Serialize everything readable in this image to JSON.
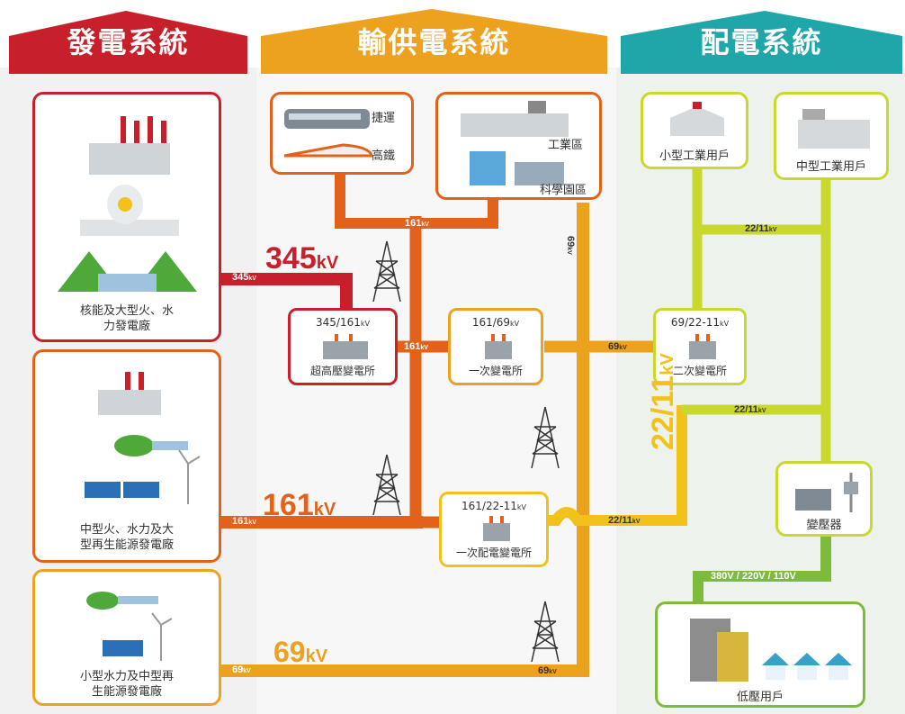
{
  "headers": {
    "generation": "發電系統",
    "transmission": "輸供電系統",
    "distribution": "配電系統"
  },
  "colors": {
    "red": "#c8202a",
    "orange_dark": "#e3621b",
    "orange": "#eda21f",
    "yellow": "#f2c21a",
    "lime": "#c9d82c",
    "green": "#7dbb3d",
    "teal": "#1fa6a8"
  },
  "generation": {
    "box1": "核能及大型火、水力發電廠",
    "box1_line1": "核能及大型火、水",
    "box1_line2": "力發電廠",
    "box2_line1": "中型火、水力及大",
    "box2_line2": "型再生能源發電廠",
    "box3_line1": "小型水力及中型再",
    "box3_line2": "生能源發電廠"
  },
  "transmission": {
    "mrt": "捷運",
    "hsr": "高鐵",
    "industrial": "工業區",
    "science_park": "科學園區",
    "ultra_sub_rating": "345/161",
    "ultra_sub": "超高壓變電所",
    "primary_sub_rating": "161/69",
    "primary_sub": "一次變電所",
    "primary_dist_rating": "161/22-11",
    "primary_dist": "一次配電變電所",
    "kv_unit": "kV"
  },
  "distribution": {
    "small_industrial": "小型工業用戶",
    "medium_industrial": "中型工業用戶",
    "secondary_sub_rating": "69/22-11",
    "secondary_sub": "二次變電所",
    "transformer": "變壓器",
    "low_voltage": "低壓用戶",
    "low_voltage_rating": "380V / 220V / 110V"
  },
  "voltages": {
    "v345_big": "345",
    "v161_big": "161",
    "v69_big": "69",
    "kv_big": "kV",
    "v345_small": "345",
    "v161_small": "161",
    "v69_small": "69",
    "kv_small": "kV",
    "v2211_big": "22/11",
    "v2211_small": "22/11"
  }
}
